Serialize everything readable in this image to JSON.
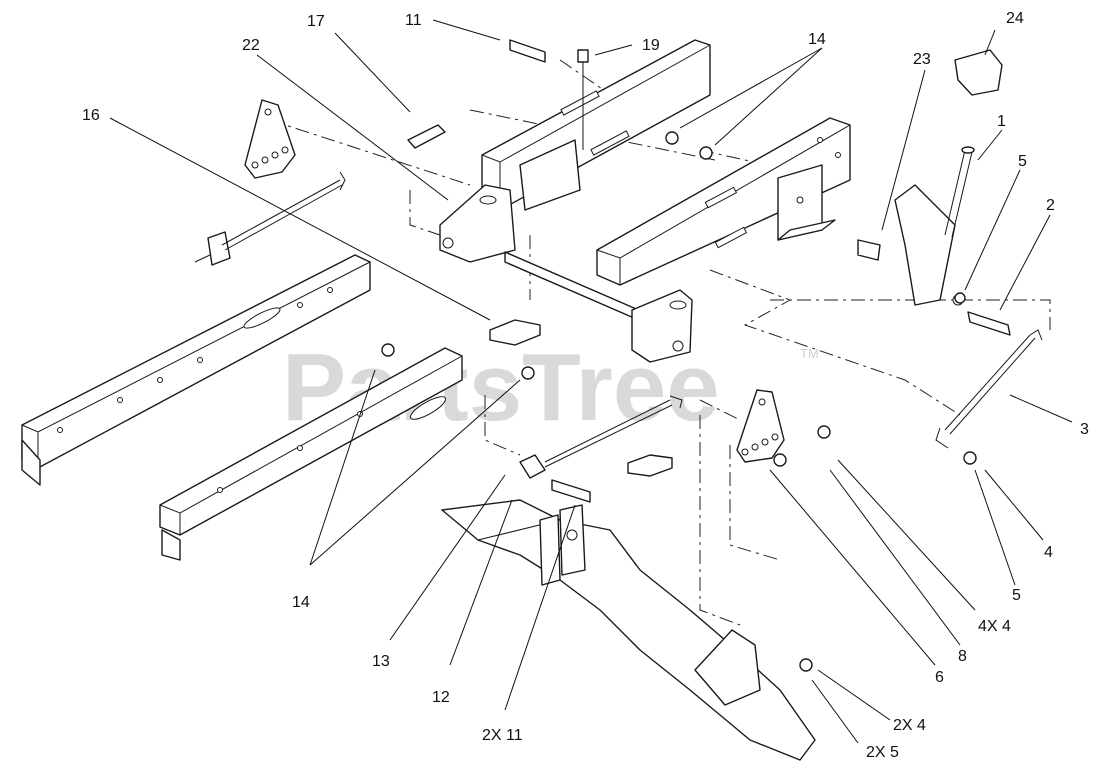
{
  "watermark": {
    "text": "PartsTree",
    "trademark": "TM"
  },
  "callouts": {
    "c1": "1",
    "c2": "2",
    "c3": "3",
    "c4": "4",
    "c5_right": "5",
    "c5_lower": "5",
    "c6": "6",
    "c8": "8",
    "c11": "11",
    "c12": "12",
    "c13": "13",
    "c14_top": "14",
    "c14_bottom": "14",
    "c16": "16",
    "c17": "17",
    "c19": "19",
    "c22": "22",
    "c23": "23",
    "c24": "24",
    "c4x4": "4X 4",
    "c2x4": "2X 4",
    "c2x5": "2X 5",
    "c2x11": "2X 11"
  }
}
